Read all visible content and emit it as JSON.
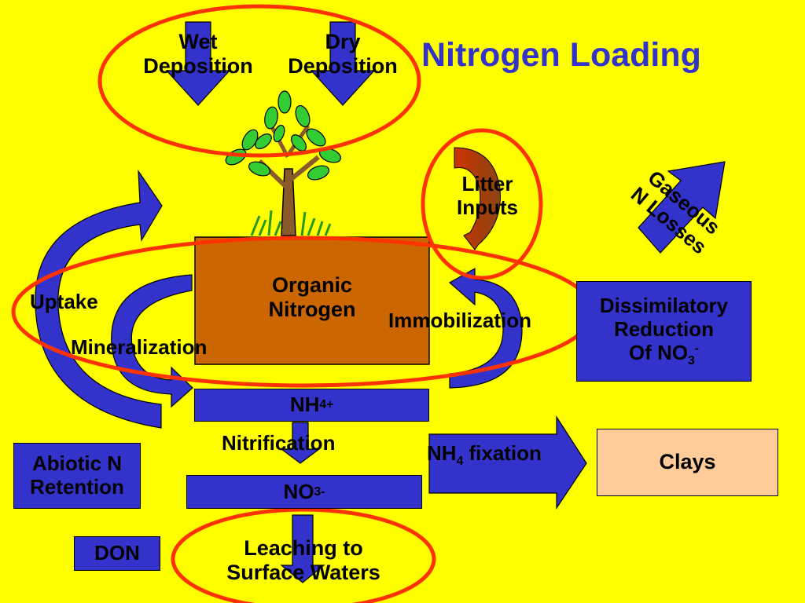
{
  "title": "Nitrogen Loading",
  "labels": {
    "wet": "Wet",
    "dry": "Dry",
    "wet_deposition": "Deposition",
    "dry_deposition": "Deposition",
    "litter_1": "Litter",
    "litter_2": "Inputs",
    "gaseous_1": "Gaseous",
    "gaseous_2": "N Losses",
    "organic_1": "Organic",
    "organic_2": "Nitrogen",
    "uptake": "Uptake",
    "immobilization": "Immobilization",
    "mineralization": "Mineralization",
    "dissim_1": "Dissimilatory",
    "dissim_2": "Reduction",
    "dissim_3": "Of NO",
    "dissim_3_sub": "3",
    "dissim_3_sup": "-",
    "nh4": "NH",
    "nh4_sub": "4",
    "nh4_sup": "+",
    "nitrification": "Nitrification",
    "nh4_fixation": "NH",
    "nh4_fixation_sub": "4",
    "nh4_fixation_rest": " fixation",
    "clays": "Clays",
    "abiotic_1": "Abiotic N",
    "abiotic_2": "Retention",
    "no3": "NO",
    "no3_sub": "3",
    "no3_sup": "-",
    "don": "DON",
    "leaching_1": "Leaching to",
    "leaching_2": "Surface Waters"
  },
  "colors": {
    "background": "#ffff00",
    "title": "#3333cc",
    "arrow": "#3333cc",
    "organic_box": "#cc6600",
    "clays_box": "#ffcc99",
    "ring": "#ff3300"
  }
}
